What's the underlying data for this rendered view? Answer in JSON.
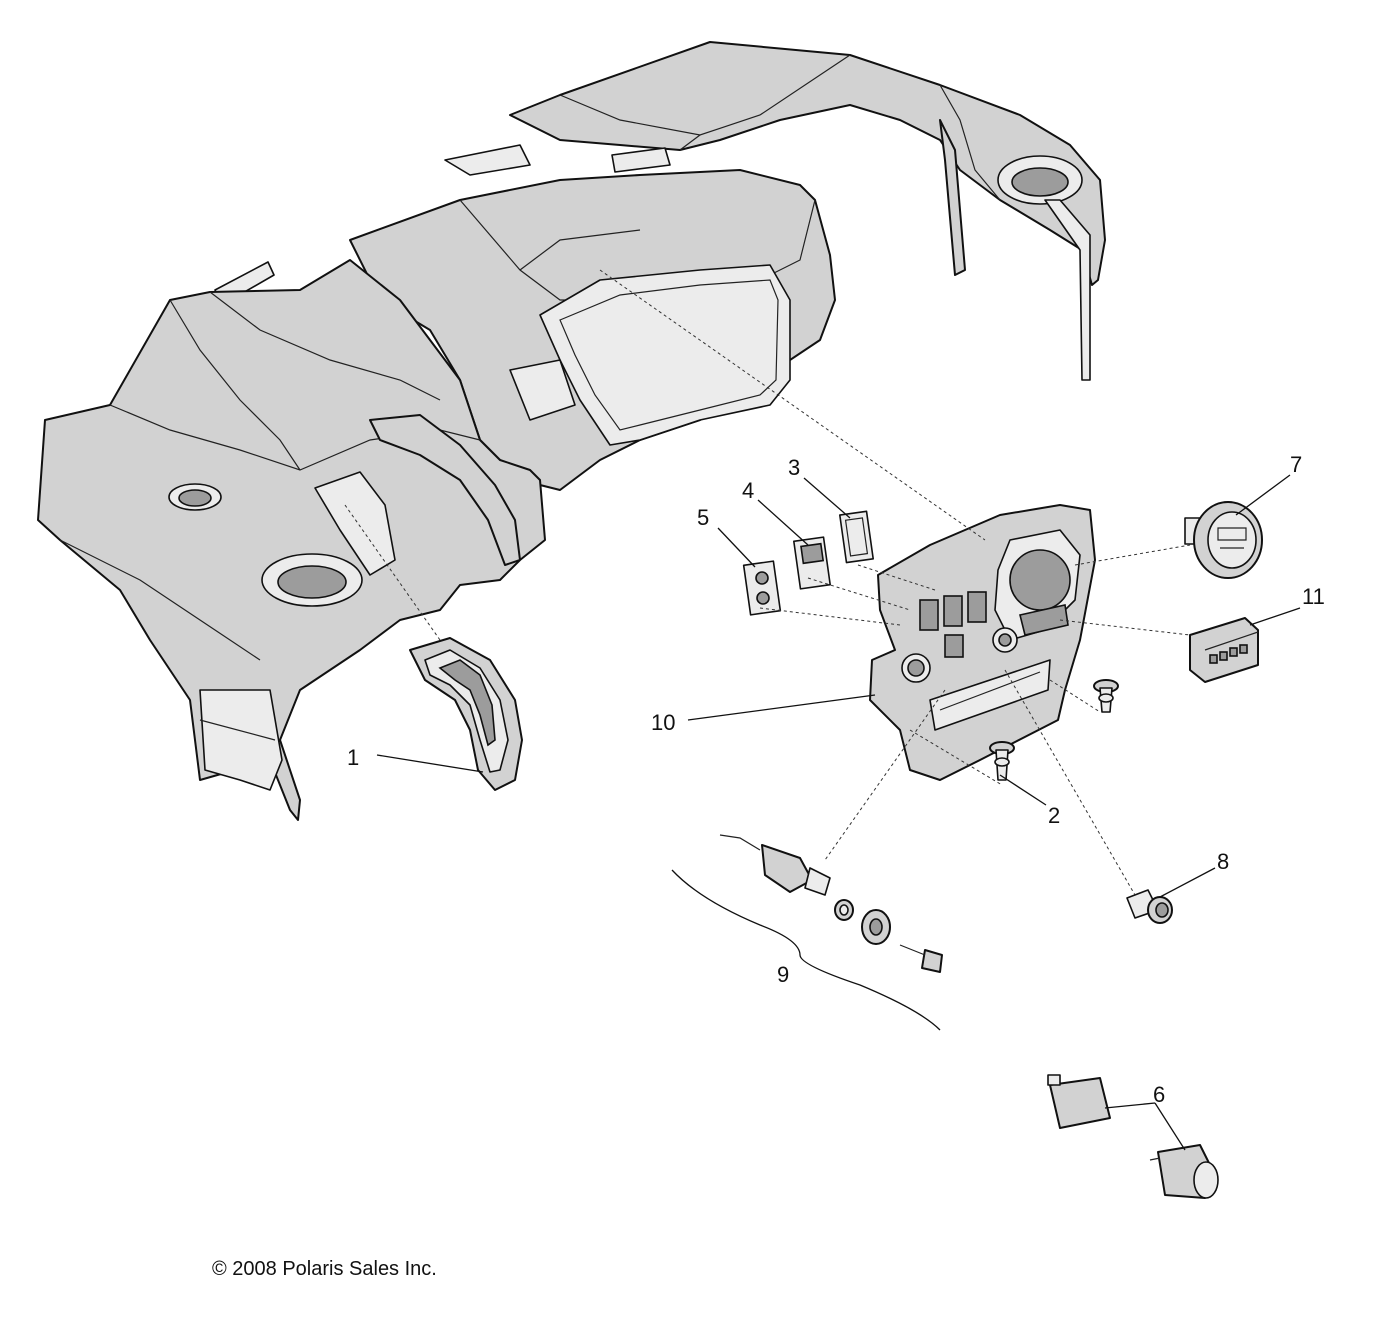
{
  "callouts": [
    {
      "id": "1",
      "label": "1"
    },
    {
      "id": "2",
      "label": "2"
    },
    {
      "id": "3",
      "label": "3"
    },
    {
      "id": "4",
      "label": "4"
    },
    {
      "id": "5",
      "label": "5"
    },
    {
      "id": "6",
      "label": "6"
    },
    {
      "id": "7",
      "label": "7"
    },
    {
      "id": "8",
      "label": "8"
    },
    {
      "id": "9",
      "label": "9"
    },
    {
      "id": "10",
      "label": "10"
    },
    {
      "id": "11",
      "label": "11"
    }
  ],
  "copyright": "© 2008 Polaris Sales Inc."
}
